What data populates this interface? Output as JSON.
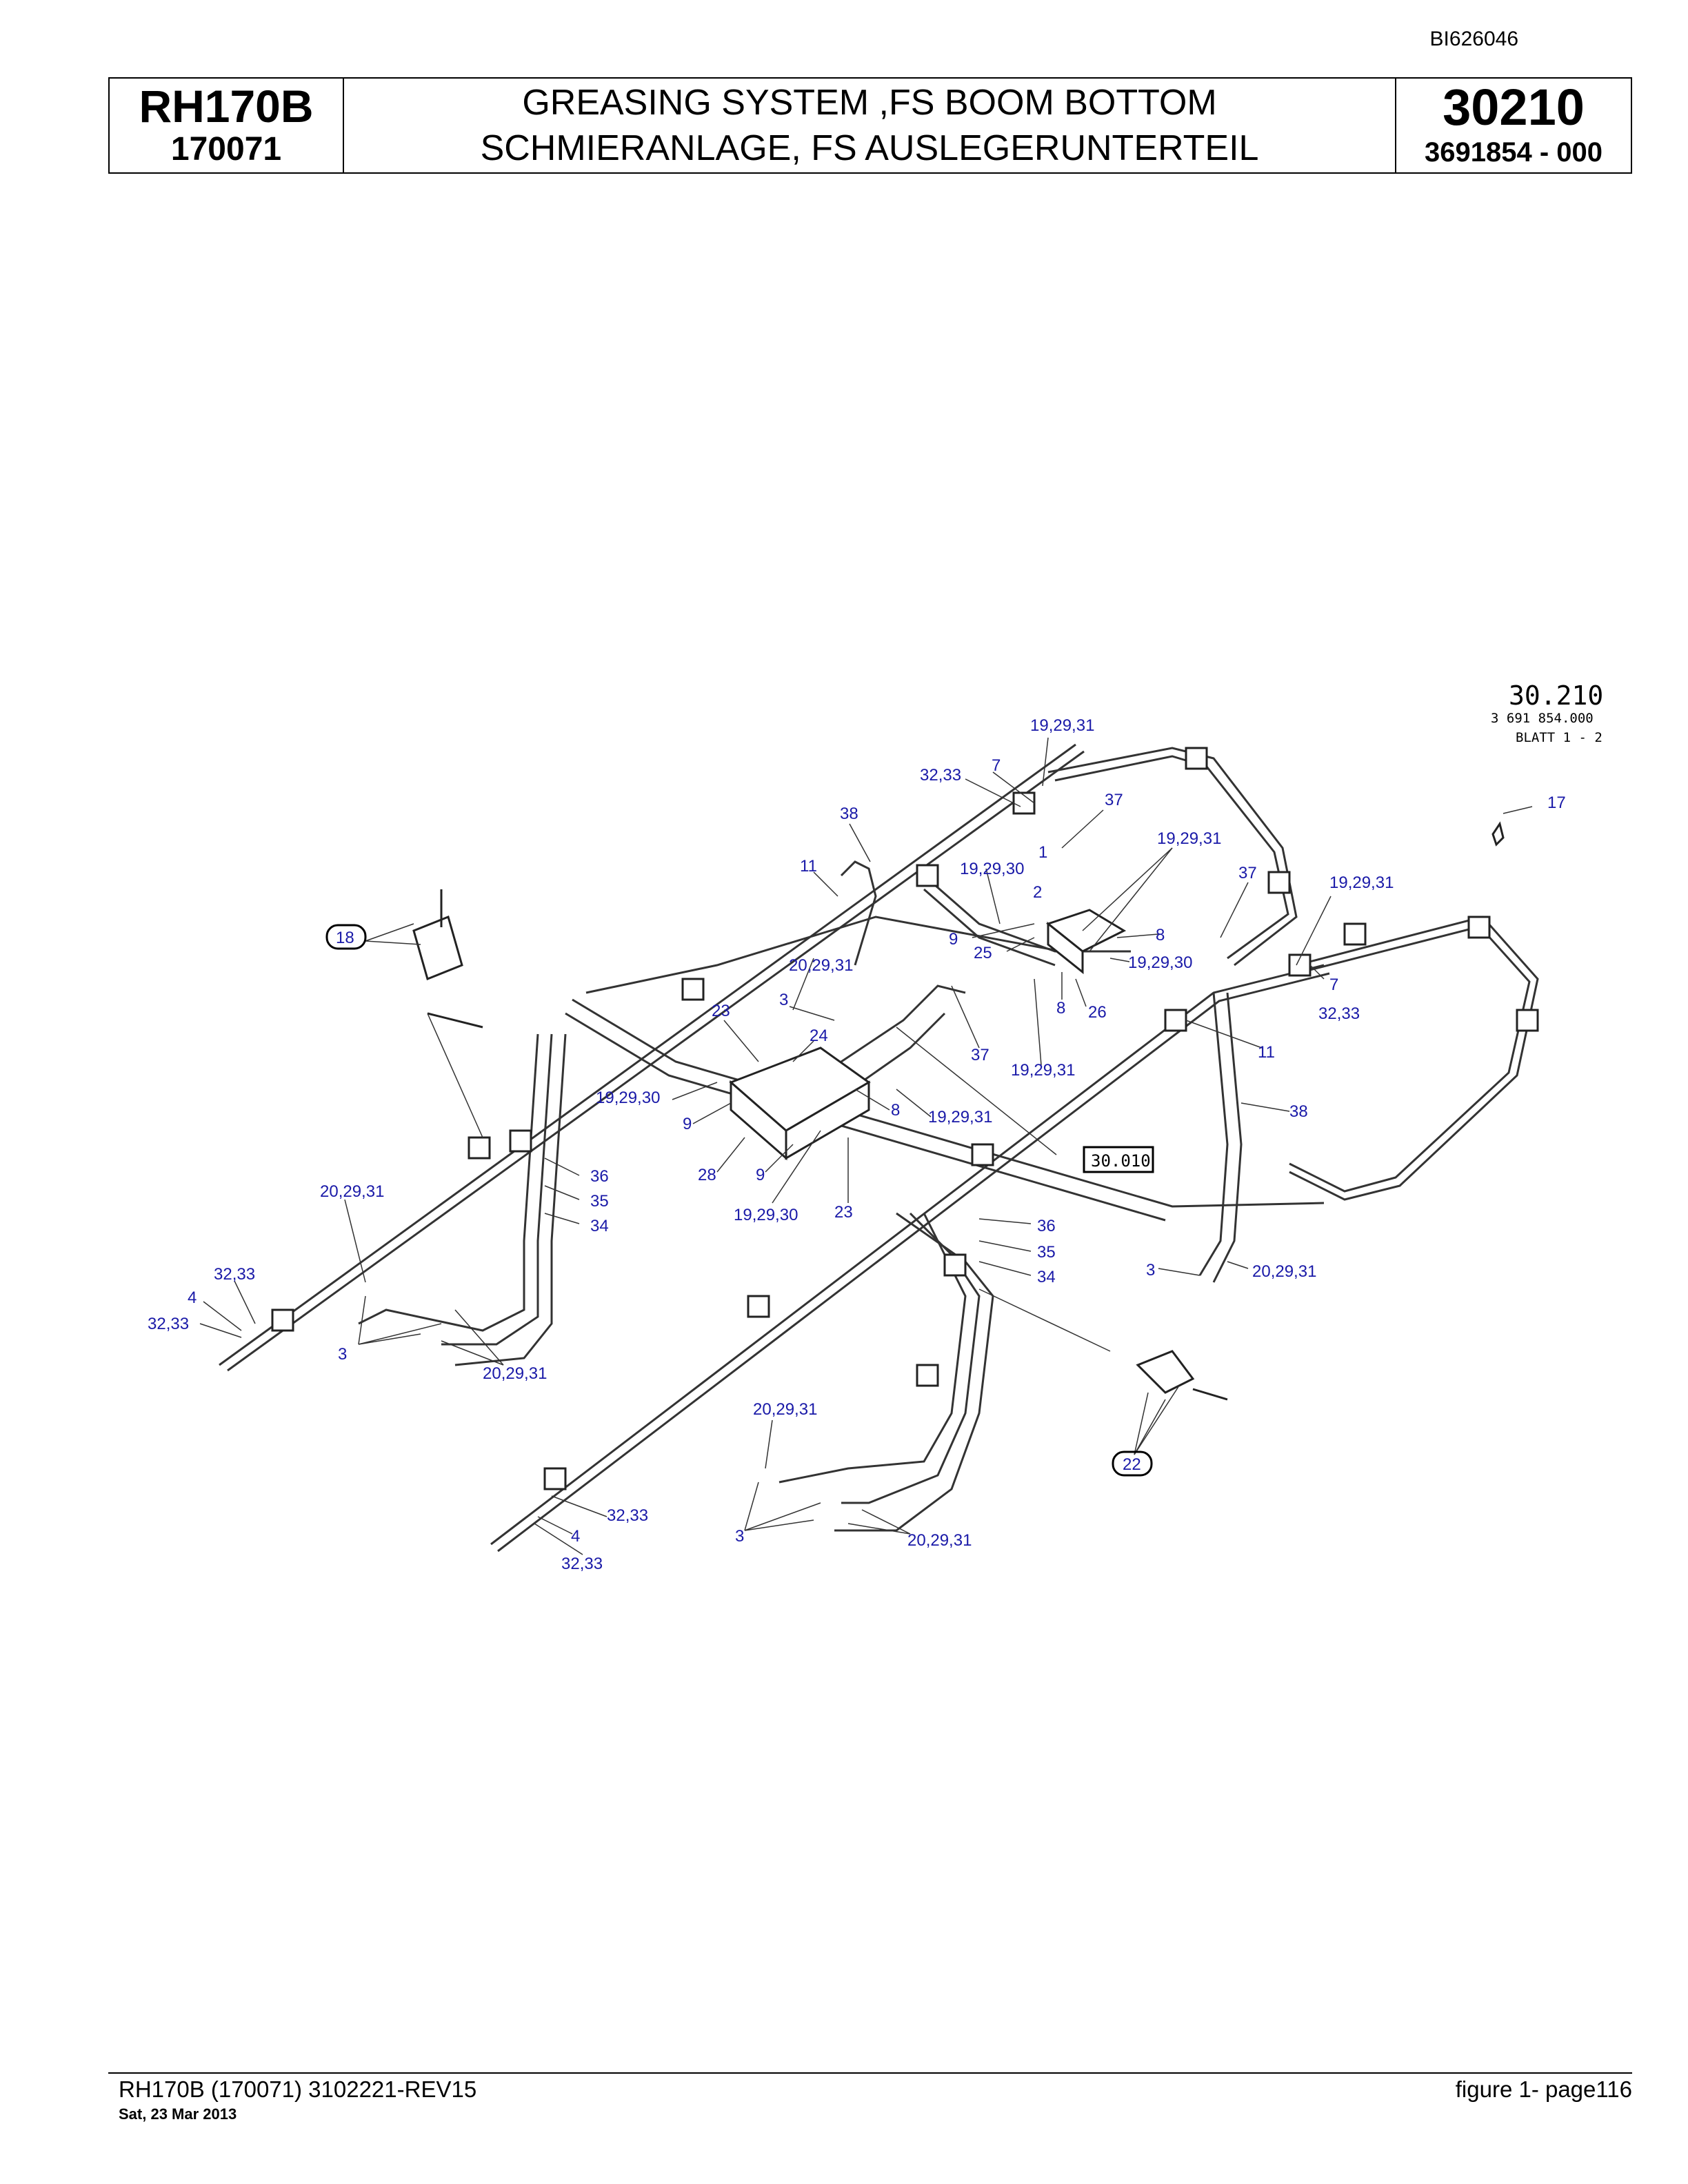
{
  "doc_id": "BI626046",
  "header": {
    "model": "RH170B",
    "serial": "170071",
    "title_en": "GREASING SYSTEM ,FS BOOM BOTTOM",
    "title_de": "SCHMIERANLAGE, FS AUSLEGERUNTERTEIL",
    "figure_no": "30210",
    "part_no": "3691854  - 000"
  },
  "drawing": {
    "stamp_fig": "30.210",
    "stamp_part": "3 691 854.000",
    "stamp_sheet": "BLATT 1 - 2",
    "ref_box": "30.010",
    "callouts": {
      "c18": "18",
      "c22": "22",
      "c17": "17",
      "c19_29_31_a": "19,29,31",
      "c19_29_31_b": "19,29,31",
      "c19_29_31_c": "19,29,31",
      "c19_29_31_d": "19,29,31",
      "c19_29_31_e": "19,29,31",
      "c19_29_30_a": "19,29,30",
      "c19_29_30_b": "19,29,30",
      "c19_29_30_c": "19,29,30",
      "c19_29_30_d": "19,29,30",
      "c32_33_a": "32,33",
      "c32_33_b": "32,33",
      "c32_33_c": "32,33",
      "c32_33_d": "32,33",
      "c32_33_e": "32,33",
      "c32_33_f": "32,33",
      "c7_a": "7",
      "c7_b": "7",
      "c37_a": "37",
      "c37_b": "37",
      "c37_c": "37",
      "c38_a": "38",
      "c38_b": "38",
      "c11_a": "11",
      "c11_b": "11",
      "c1": "1",
      "c2": "2",
      "c8_a": "8",
      "c8_b": "8",
      "c8_c": "8",
      "c9_a": "9",
      "c9_b": "9",
      "c9_c": "9",
      "c25": "25",
      "c26": "26",
      "c20_29_31_a": "20,29,31",
      "c20_29_31_b": "20,29,31",
      "c20_29_31_c": "20,29,31",
      "c20_29_31_d": "20,29,31",
      "c20_29_31_e": "20,29,31",
      "c20_29_31_f": "20,29,31",
      "c3_a": "3",
      "c3_b": "3",
      "c3_c": "3",
      "c3_d": "3",
      "c23_a": "23",
      "c23_b": "23",
      "c24": "24",
      "c28": "28",
      "c36_a": "36",
      "c35_a": "35",
      "c34_a": "34",
      "c36_b": "36",
      "c35_b": "35",
      "c34_b": "34",
      "c4_a": "4",
      "c4_b": "4"
    }
  },
  "footer": {
    "left": "RH170B (170071) 3102221-REV15",
    "date": "Sat, 23 Mar 2013",
    "right": "figure  1- page116"
  }
}
